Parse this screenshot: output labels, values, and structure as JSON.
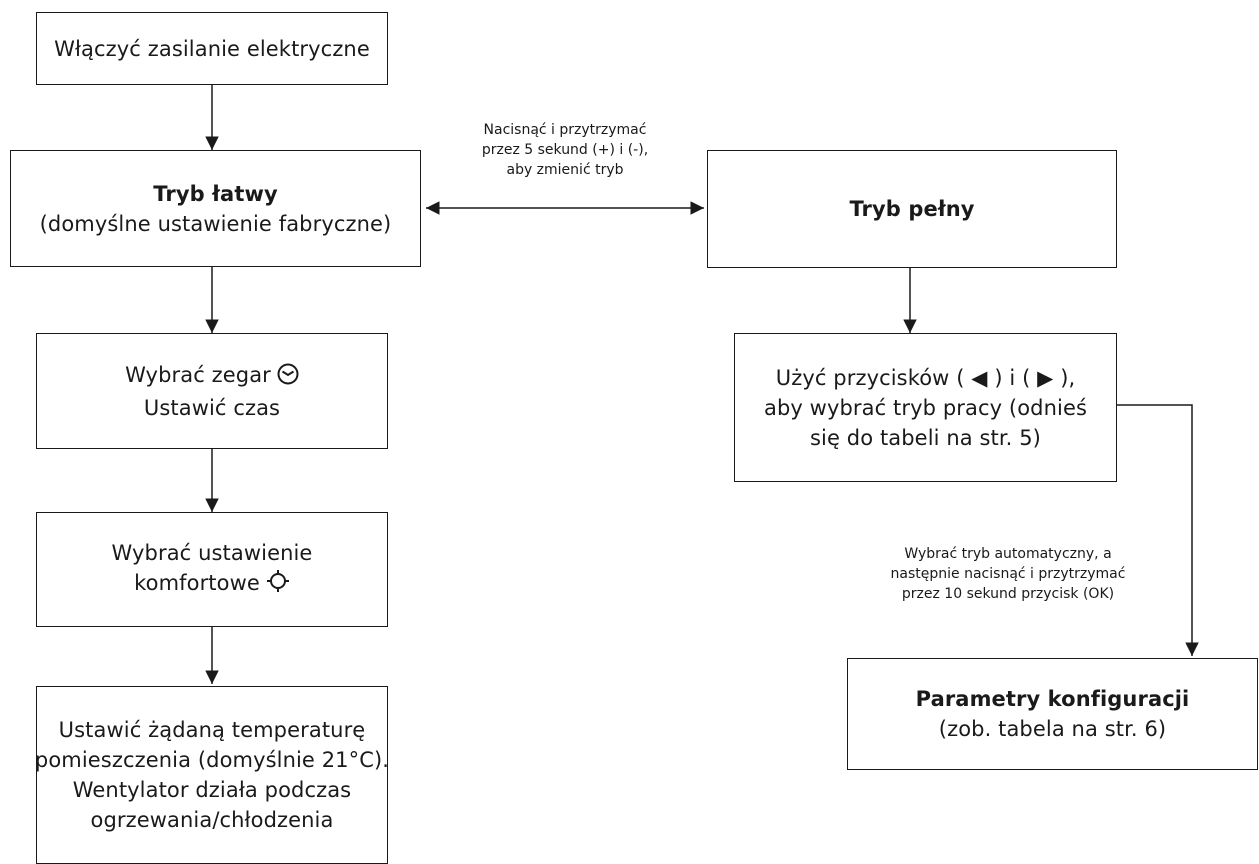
{
  "diagram": {
    "box_power": {
      "line1": "Włączyć zasilanie elektryczne"
    },
    "box_easy": {
      "line1": "Tryb łatwy",
      "line2": "(domyślne ustawienie fabryczne)"
    },
    "box_full": {
      "line1": "Tryb pełny"
    },
    "box_clock": {
      "line1": "Wybrać zegar",
      "line2": "Ustawić czas",
      "icon": "clock-icon"
    },
    "box_comfort": {
      "line1": "Wybrać ustawienie",
      "line2": "komfortowe",
      "icon": "sun-icon"
    },
    "box_temp": {
      "line1": "Ustawić żądaną temperaturę",
      "line2": "pomieszczenia (domyślnie 21°C).",
      "line3": "Wentylator działa podczas",
      "line4": "ogrzewania/chłodzenia"
    },
    "box_buttons": {
      "line1": "Użyć przycisków ( ◀ ) i ( ▶ ),",
      "line2": "aby wybrać tryb pracy (odnieś",
      "line3": "się do tabeli na str. 5)"
    },
    "box_config": {
      "line1": "Parametry konfiguracji",
      "line2": "(zob. tabela na str. 6)"
    },
    "note_switch": {
      "line1": "Nacisnąć i przytrzymać",
      "line2": "przez 5 sekund (+) i (-),",
      "line3": "aby zmienić tryb"
    },
    "note_auto": {
      "line1": "Wybrać tryb automatyczny, a",
      "line2": "następnie nacisnąć i przytrzymać",
      "line3": "przez 10 sekund przycisk (OK)"
    }
  }
}
